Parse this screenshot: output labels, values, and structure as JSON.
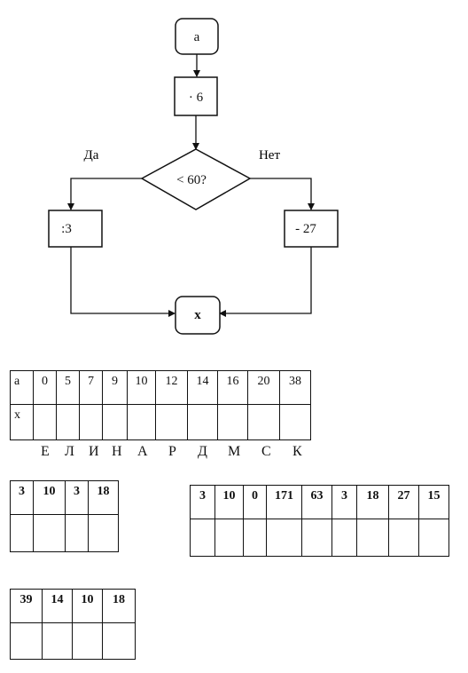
{
  "flowchart": {
    "start": "а",
    "multiply": "· 6",
    "condition": "< 60?",
    "yes_label": "Да",
    "no_label": "Нет",
    "yes_action": ":3",
    "no_action": "- 27",
    "result": "x"
  },
  "main_table": {
    "row_a_label": "а",
    "row_x_label": "x",
    "a_values": [
      "0",
      "5",
      "7",
      "9",
      "10",
      "12",
      "14",
      "16",
      "20",
      "38"
    ]
  },
  "letters": [
    "Е",
    "Л",
    "И",
    "Н",
    "А",
    "Р",
    "Д",
    "М",
    "С",
    "К"
  ],
  "task_tables": [
    {
      "values": [
        "3",
        "10",
        "3",
        "18"
      ]
    },
    {
      "values": [
        "3",
        "10",
        "0",
        "171",
        "63",
        "3",
        "18",
        "27",
        "15"
      ]
    },
    {
      "values": [
        "39",
        "14",
        "10",
        "18"
      ]
    }
  ]
}
